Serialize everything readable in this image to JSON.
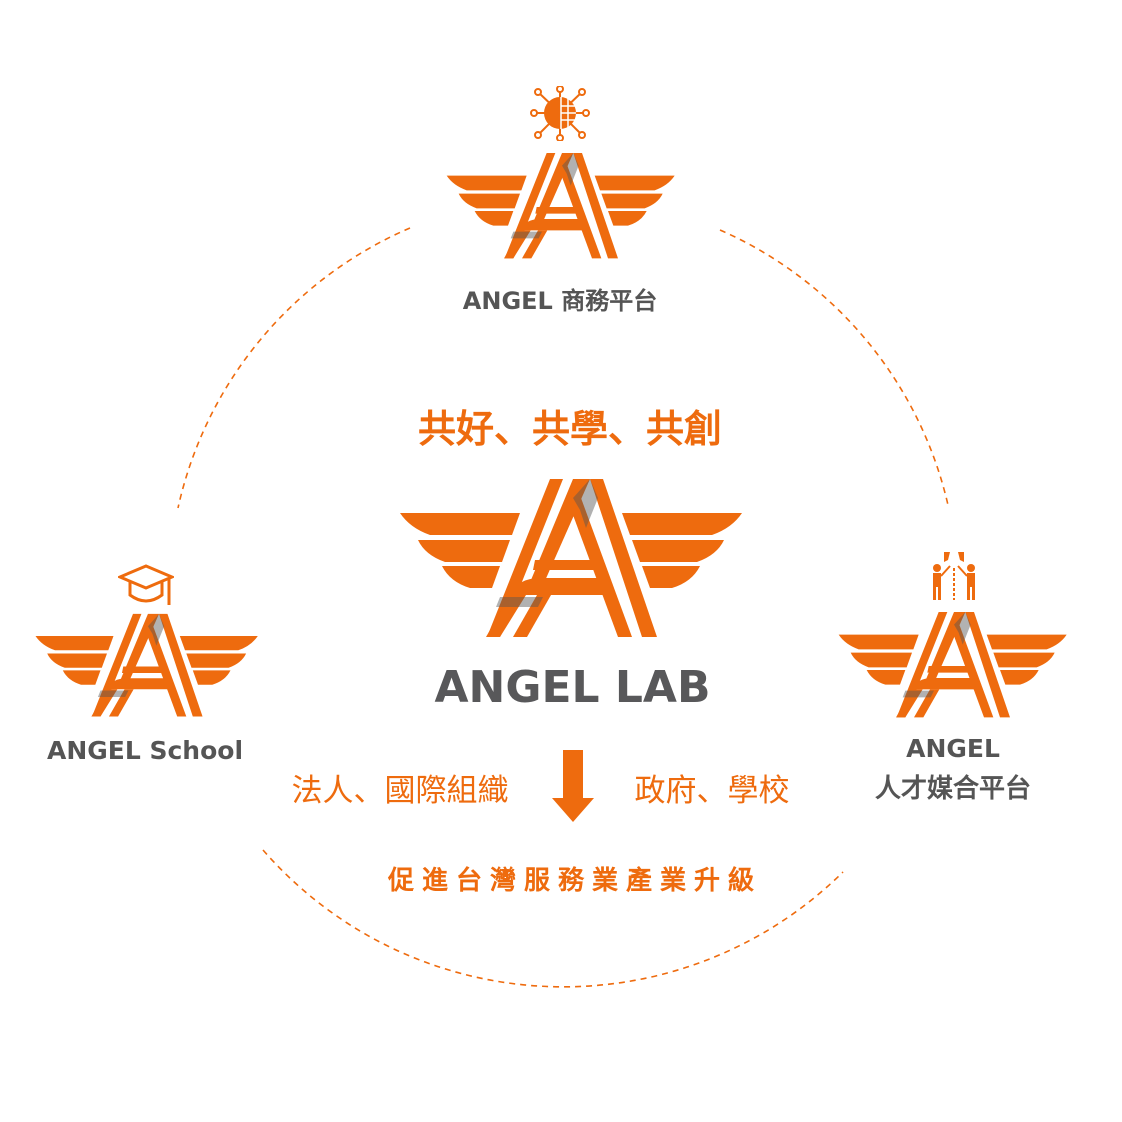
{
  "colors": {
    "brand": "#ee6b0e",
    "text": "#555555"
  },
  "top_node": {
    "icon": "globe-network-icon",
    "label": "ANGEL 商務平台"
  },
  "left_node": {
    "icon": "graduation-cap-icon",
    "label": "ANGEL School"
  },
  "right_node": {
    "icon": "people-icon",
    "label_line1": "ANGEL",
    "label_line2": "人才媒合平台"
  },
  "center": {
    "slogan": "共好、共學、共創",
    "title": "ANGEL LAB"
  },
  "flow": {
    "left_text": "法人、國際組織",
    "right_text": "政府、學校",
    "arrow": "down-arrow-icon",
    "result": "促進台灣服務業產業升級"
  }
}
